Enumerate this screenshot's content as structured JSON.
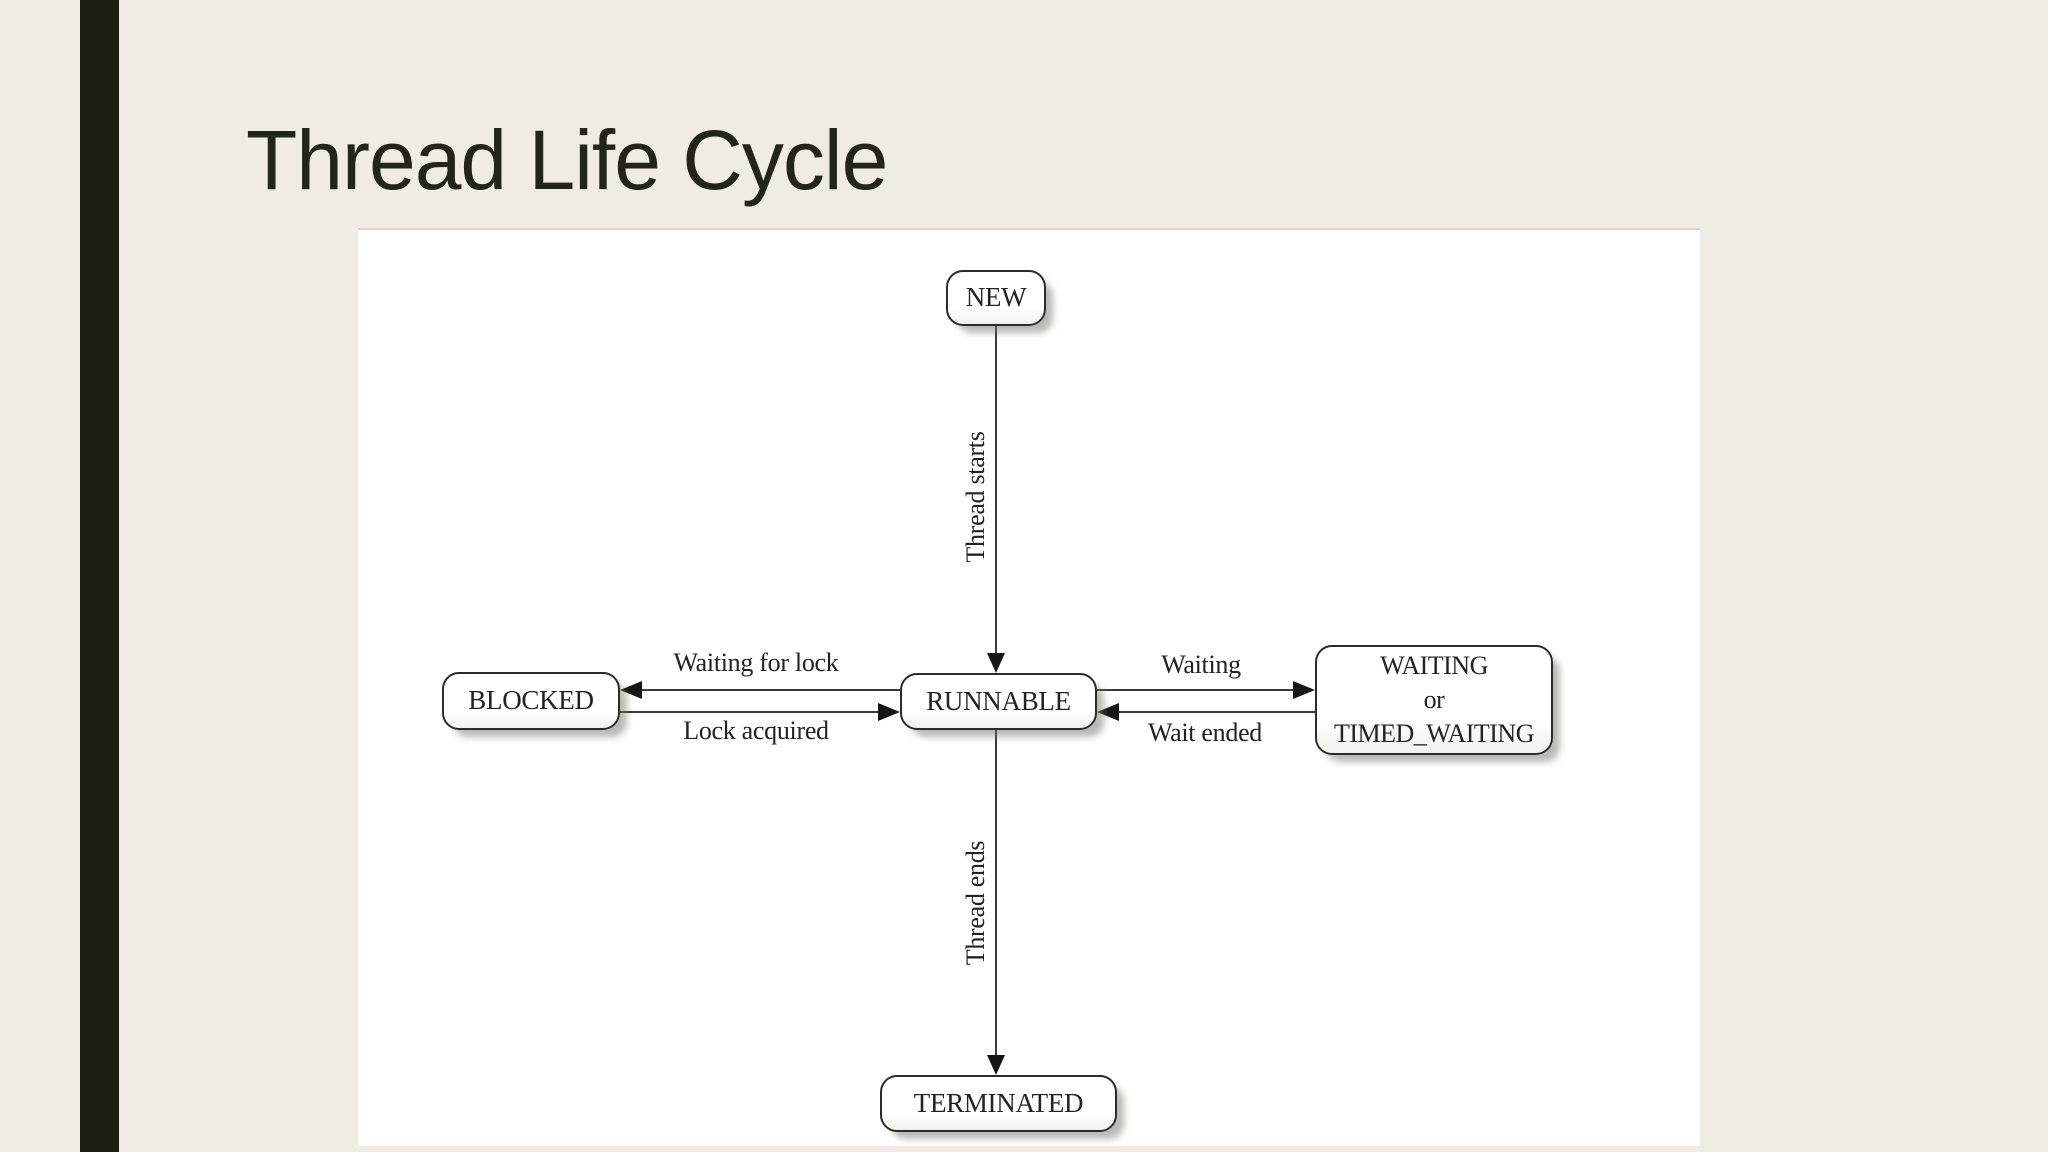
{
  "slide": {
    "title": "Thread Life Cycle"
  },
  "colors": {
    "bg": "#efece3",
    "bar": "#1c1e11",
    "title": "#22261a",
    "panel": "#ffffff",
    "node_border": "#2b2b2b",
    "line": "#3a3a3a",
    "text": "#222222"
  },
  "diagram": {
    "nodes": {
      "new": {
        "label": "NEW"
      },
      "runnable": {
        "label": "RUNNABLE"
      },
      "blocked": {
        "label": "BLOCKED"
      },
      "waiting": {
        "lines": [
          "WAITING",
          "or",
          "TIMED_WAITING"
        ]
      },
      "terminated": {
        "label": "TERMINATED"
      }
    },
    "edges": [
      {
        "from": "NEW",
        "to": "RUNNABLE",
        "label": "Thread starts"
      },
      {
        "from": "RUNNABLE",
        "to": "BLOCKED",
        "label": "Waiting for lock"
      },
      {
        "from": "BLOCKED",
        "to": "RUNNABLE",
        "label": "Lock acquired"
      },
      {
        "from": "RUNNABLE",
        "to": "WAITING or TIMED_WAITING",
        "label": "Waiting"
      },
      {
        "from": "WAITING or TIMED_WAITING",
        "to": "RUNNABLE",
        "label": "Wait ended"
      },
      {
        "from": "RUNNABLE",
        "to": "TERMINATED",
        "label": "Thread ends"
      }
    ]
  }
}
